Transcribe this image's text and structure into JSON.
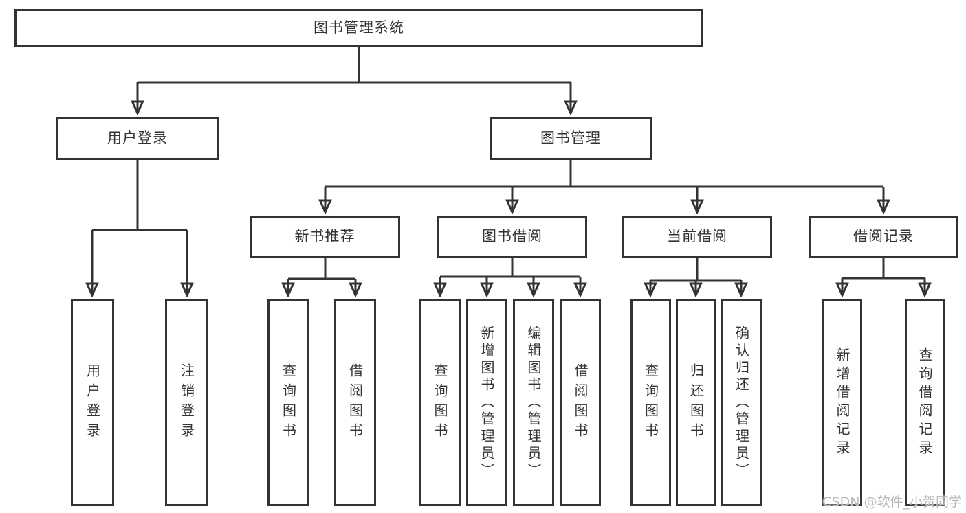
{
  "diagram": {
    "title": "图书管理系统",
    "branches": [
      {
        "label": "用户登录",
        "leaves": [
          "用户登录",
          "注销登录"
        ]
      },
      {
        "label": "图书管理",
        "sections": [
          {
            "label": "新书推荐",
            "leaves": [
              "查询图书",
              "借阅图书"
            ]
          },
          {
            "label": "图书借阅",
            "leaves": [
              "查询图书",
              "新增图书（管理员）",
              "编辑图书（管理员）",
              "借阅图书"
            ]
          },
          {
            "label": "当前借阅",
            "leaves": [
              "查询图书",
              "归还图书",
              "确认归还（管理员）"
            ]
          },
          {
            "label": "借阅记录",
            "leaves": [
              "新增借阅记录",
              "查询借阅记录"
            ]
          }
        ]
      }
    ]
  },
  "watermark": "CSDN @软件_小贺同学",
  "colors": {
    "line": "#333333",
    "box_border": "#333333",
    "text": "#333333",
    "background": "#ffffff",
    "watermark": "#b9b9b9"
  }
}
